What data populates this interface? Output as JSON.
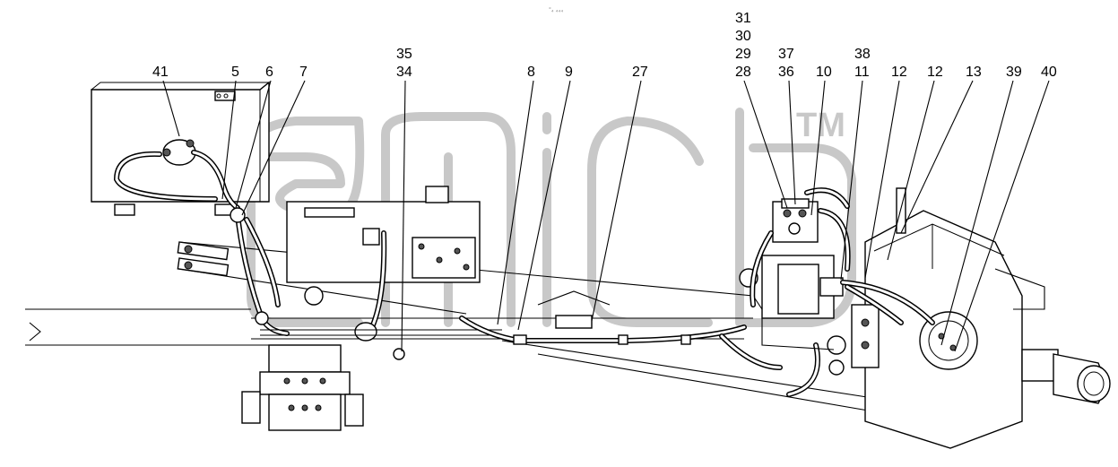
{
  "header_text": "°₄ ₄₄₄",
  "watermark": {
    "tm": "TM"
  },
  "callouts": [
    {
      "id": "c41",
      "text": "41"
    },
    {
      "id": "c5",
      "text": "5"
    },
    {
      "id": "c6",
      "text": "6"
    },
    {
      "id": "c7",
      "text": "7"
    },
    {
      "id": "c35",
      "text": "35"
    },
    {
      "id": "c34",
      "text": "34"
    },
    {
      "id": "c8",
      "text": "8"
    },
    {
      "id": "c9",
      "text": "9"
    },
    {
      "id": "c27",
      "text": "27"
    },
    {
      "id": "c31",
      "text": "31"
    },
    {
      "id": "c30",
      "text": "30"
    },
    {
      "id": "c29",
      "text": "29"
    },
    {
      "id": "c28",
      "text": "28"
    },
    {
      "id": "c37",
      "text": "37"
    },
    {
      "id": "c36",
      "text": "36"
    },
    {
      "id": "c10",
      "text": "10"
    },
    {
      "id": "c38",
      "text": "38"
    },
    {
      "id": "c11",
      "text": "11"
    },
    {
      "id": "c12a",
      "text": "12"
    },
    {
      "id": "c12b",
      "text": "12"
    },
    {
      "id": "c13",
      "text": "13"
    },
    {
      "id": "c39",
      "text": "39"
    },
    {
      "id": "c40",
      "text": "40"
    }
  ],
  "colors": {
    "line": "#000000",
    "watermark": "#c8c8c8",
    "background": "#ffffff"
  }
}
